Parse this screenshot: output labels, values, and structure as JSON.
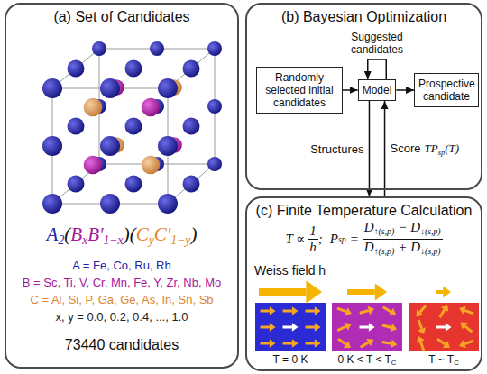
{
  "diagram": {
    "nodes": [
      {
        "text": [
          "(a) Set of Candidates"
        ]
      },
      {
        "text": [
          "(b) Bayesian Optimization"
        ]
      },
      {
        "text": [
          "Randomly selected initial candidates"
        ],
        "in": 1
      },
      {
        "text": [
          "Model"
        ],
        "in": 1
      },
      {
        "text": [
          "Prospective candidate"
        ],
        "in": 1
      },
      {
        "text": [
          "(c) Finite Temperature Calculation"
        ]
      }
    ],
    "edges": [
      {
        "from": 2,
        "to": 3,
        "arrow": "to"
      },
      {
        "from": 3,
        "to": 4,
        "arrow": "to"
      },
      {
        "from": 3,
        "to": 5,
        "label": "Structures",
        "arrow": "to"
      },
      {
        "from": 5,
        "to": 3,
        "label": "Score",
        "arrow": "to"
      }
    ],
    "labels": [
      "A",
      "2",
      "(",
      "B",
      "x",
      "B′",
      "1−x",
      ")",
      "(",
      "C",
      "y",
      "C′",
      "1−y",
      ")",
      "A = Fe, Co, Ru, Rh",
      "B = Sc, Ti, V, Cr, Mn, Fe, Y, Zr, Nb, Mo",
      "C = Al, Si, P, Ga, Ge, As, In, Sn, Sb",
      "x, y = 0.0, 0.2, 0.4, ..., 1.0",
      "73440 candidates",
      "Suggested candidates",
      "TP",
      "sp",
      "(T)",
      "T ∝",
      "1",
      "h",
      ";",
      "P",
      "sp",
      "=",
      "D",
      "↑(s,p)",
      "−",
      "D",
      "↓(s,p)",
      "D",
      "↑(s,p)",
      "+",
      "D",
      "↓(s,p)",
      "Weiss field h",
      "T = 0 K",
      "0 K < T < T",
      "C",
      "T ~ T",
      "C"
    ]
  }
}
